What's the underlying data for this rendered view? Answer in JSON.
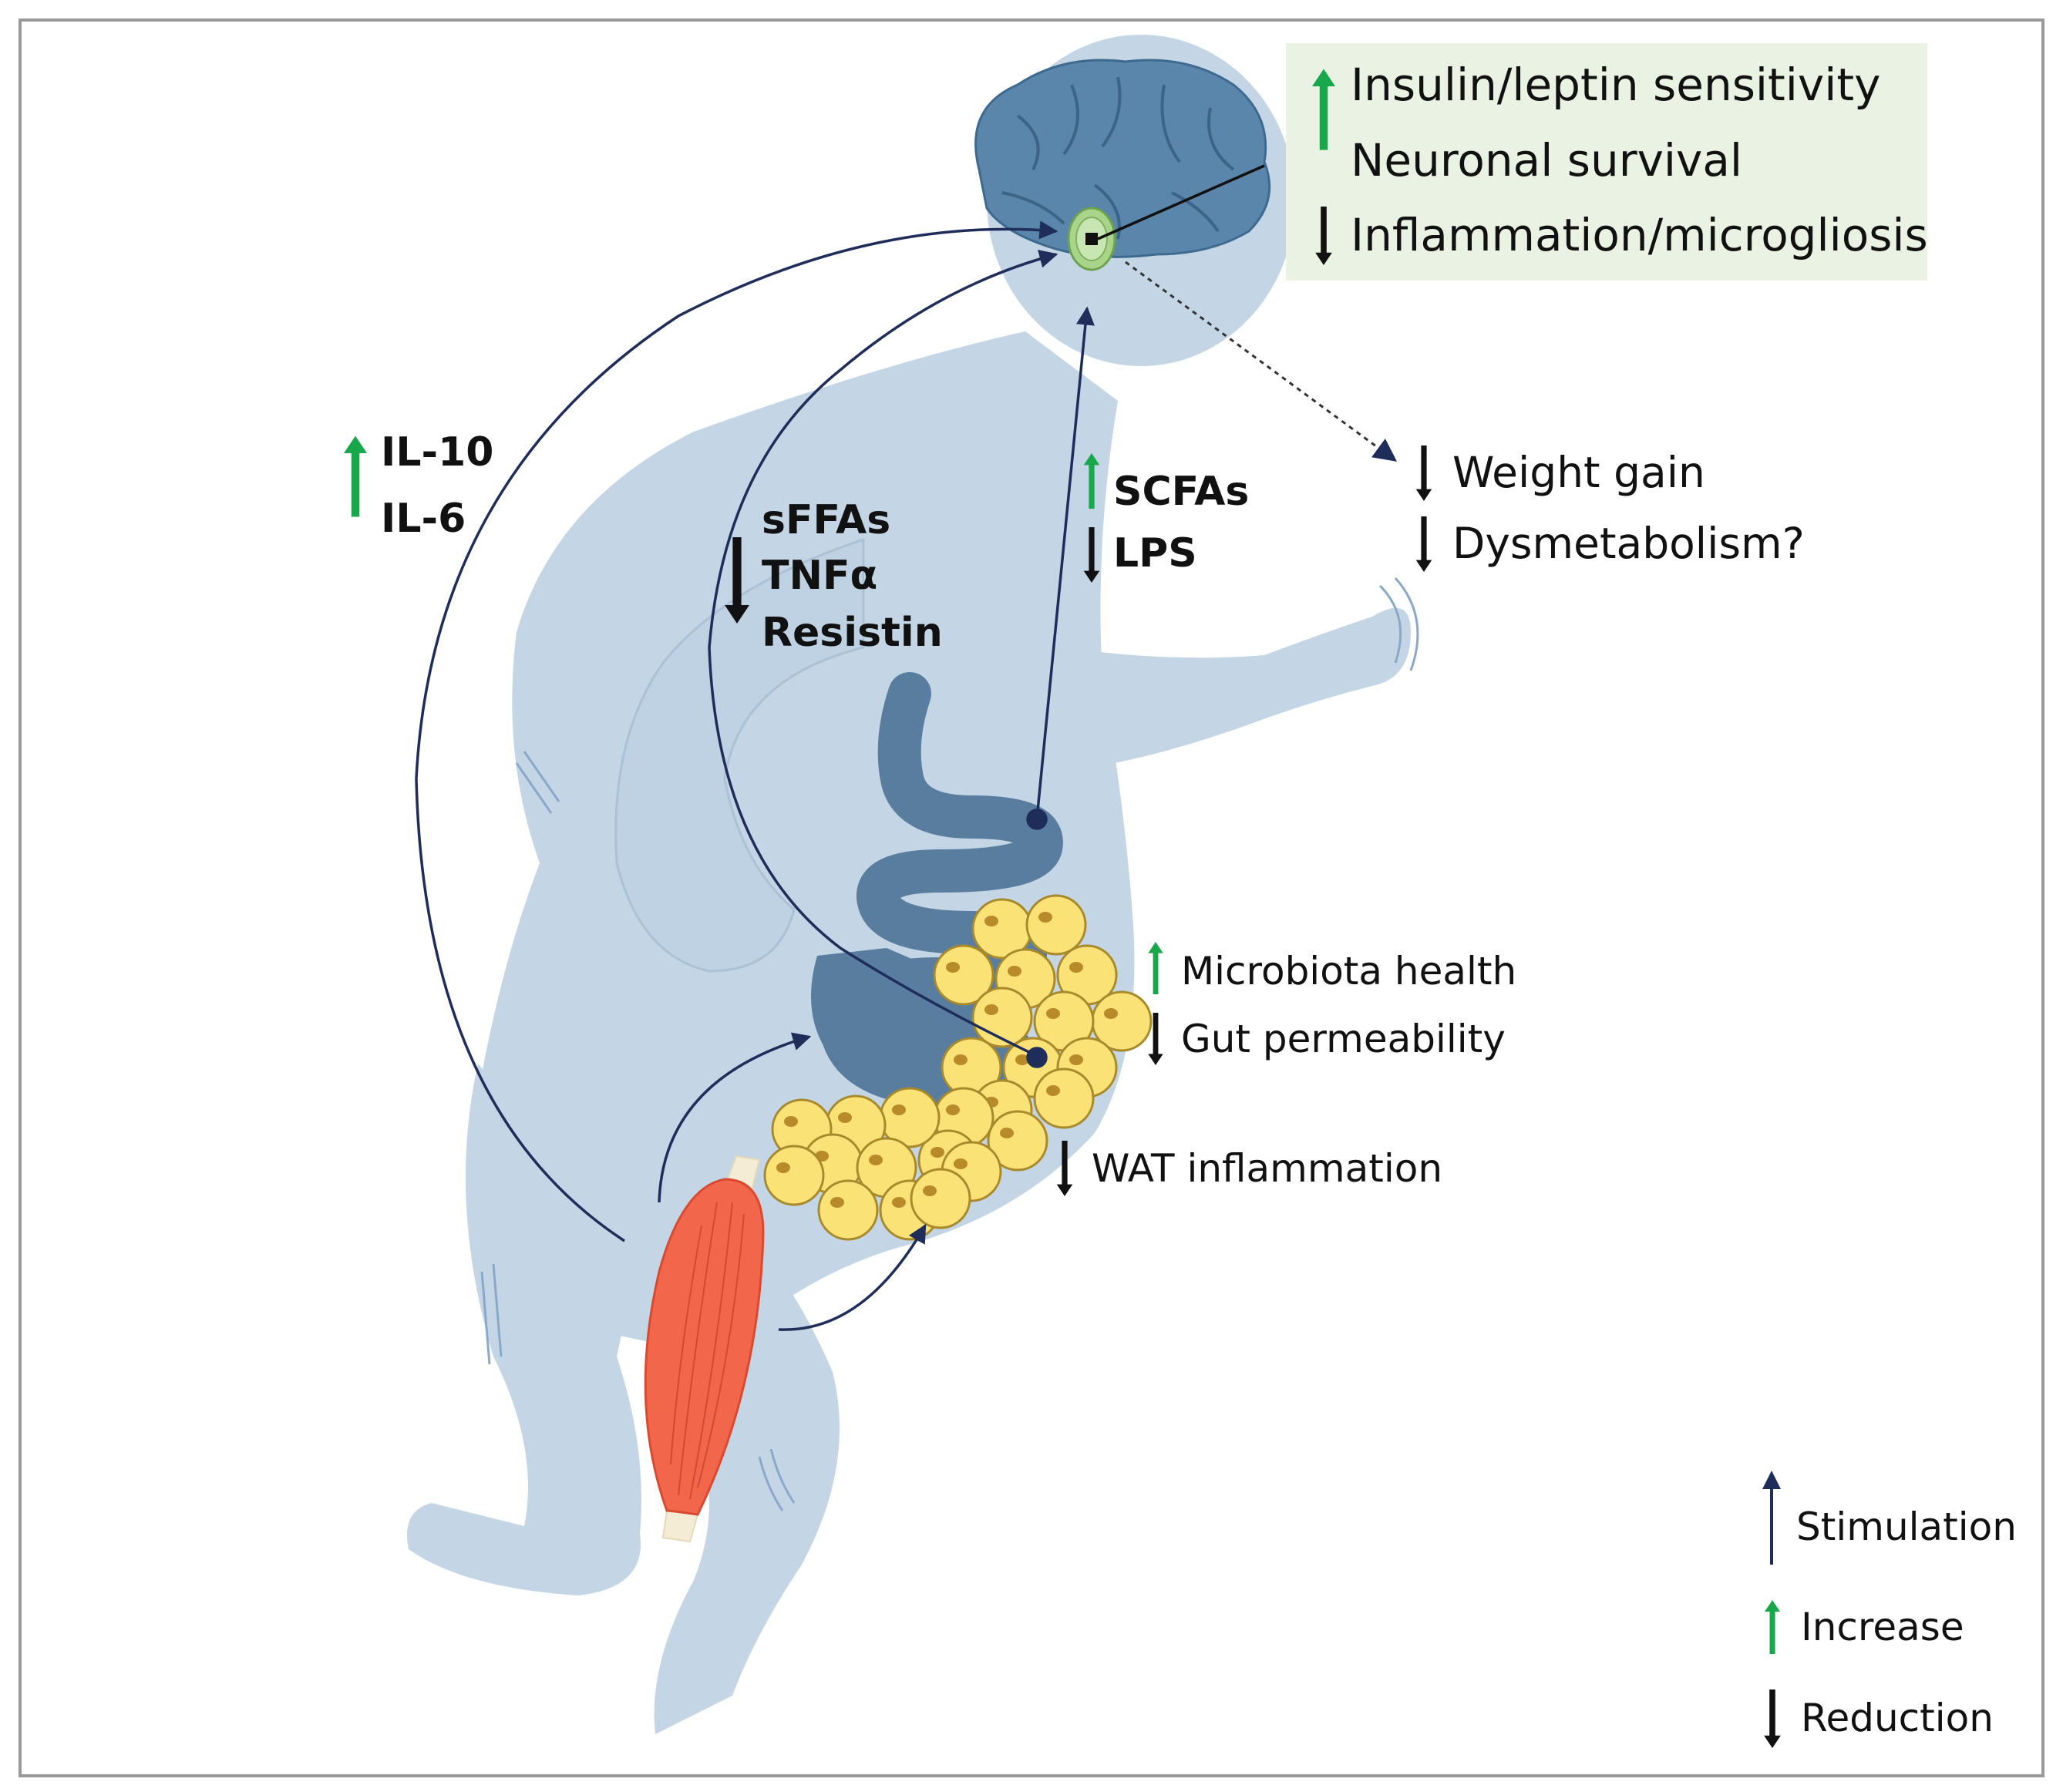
{
  "brain_box": {
    "items": [
      {
        "text": "Insulin/leptin sensitivity",
        "direction": "increase"
      },
      {
        "text": "Neuronal survival",
        "direction": "increase"
      },
      {
        "text": "Inflammation/microgliosis",
        "direction": "reduction"
      }
    ],
    "background": "#eaf3e3"
  },
  "muscle_to_brain": {
    "items": [
      {
        "text": "IL-10",
        "direction": "increase"
      },
      {
        "text": "IL-6",
        "direction": "increase"
      }
    ]
  },
  "fat_to_brain": {
    "items": [
      {
        "text": "sFFAs",
        "direction": "reduction"
      },
      {
        "text": "TNFα",
        "direction": "reduction"
      },
      {
        "text": "Resistin",
        "direction": "reduction"
      }
    ]
  },
  "gut_to_brain": {
    "items": [
      {
        "text": "SCFAs",
        "direction": "increase"
      },
      {
        "text": "LPS",
        "direction": "reduction"
      }
    ]
  },
  "outcomes": {
    "items": [
      {
        "text": "Weight gain",
        "direction": "reduction"
      },
      {
        "text": "Dysmetabolism?",
        "direction": "reduction"
      }
    ]
  },
  "gut_effects": {
    "items": [
      {
        "text": "Microbiota health",
        "direction": "increase"
      },
      {
        "text": "Gut permeability",
        "direction": "reduction"
      }
    ]
  },
  "wat_effect": {
    "text": "WAT inflammation",
    "direction": "reduction"
  },
  "legend": {
    "stimulation": "Stimulation",
    "increase": "Increase",
    "reduction": "Reduction"
  },
  "colors": {
    "body": "#c4d6e5",
    "brain": "#5b86ab",
    "intestine": "#587d9f",
    "hypothalamus": "#a9d58a",
    "fat_cell": "#fbe277",
    "fat_nucleus": "#b98a2a",
    "muscle": "#f2674c",
    "tendon": "#f4ecd4",
    "stimulation_arrow": "#1f2d5a",
    "increase_arrow": "#18a84b",
    "reduction_arrow": "#111111"
  },
  "icons": [
    "human-body-figure",
    "brain-icon",
    "hypothalamus-icon",
    "intestine-icon",
    "adipose-tissue-icon",
    "muscle-icon"
  ]
}
